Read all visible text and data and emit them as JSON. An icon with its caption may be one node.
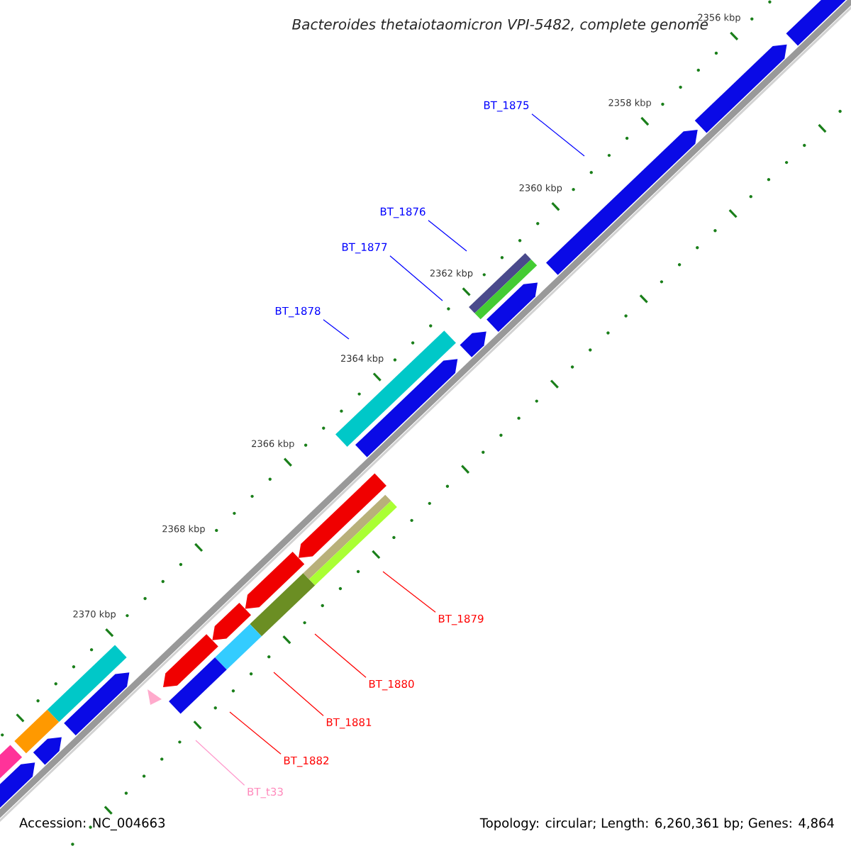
{
  "diagram": {
    "title": "Bacteroides thetaiotaomicron VPI-5482, complete genome",
    "nodes": [
      {
        "text": [
          "BT_1875"
        ]
      },
      {
        "text": [
          "BT_1876"
        ]
      },
      {
        "text": [
          "BT_1877"
        ]
      },
      {
        "text": [
          "BT_1878"
        ]
      },
      {
        "text": [
          "BT_1879"
        ]
      },
      {
        "text": [
          "BT_1880"
        ]
      },
      {
        "text": [
          "BT_1881"
        ]
      },
      {
        "text": [
          "BT_1882"
        ]
      },
      {
        "text": [
          "BT_t33"
        ]
      }
    ],
    "edges": [
      {
        "from": 0,
        "to": null,
        "arrow": "none",
        "color": "#0000ff"
      },
      {
        "from": 1,
        "to": null,
        "arrow": "none",
        "color": "#0000ff"
      },
      {
        "from": 2,
        "to": null,
        "arrow": "none",
        "color": "#0000ff"
      },
      {
        "from": 3,
        "to": null,
        "arrow": "none",
        "color": "#0000ff"
      },
      {
        "from": 4,
        "to": null,
        "arrow": "none",
        "color": "#ff0000"
      },
      {
        "from": 5,
        "to": null,
        "arrow": "none",
        "color": "#ff0000"
      },
      {
        "from": 6,
        "to": null,
        "arrow": "none",
        "color": "#ff0000"
      },
      {
        "from": 7,
        "to": null,
        "arrow": "none",
        "color": "#ff0000"
      },
      {
        "from": 8,
        "to": null,
        "arrow": "none",
        "color": "#ff99cc"
      }
    ],
    "labels": [
      "2356 kbp",
      "2358 kbp",
      "2360 kbp",
      "2362 kbp",
      "2364 kbp",
      "2366 kbp",
      "2368 kbp",
      "2370 kbp",
      "Accession: NC_004663",
      "Topology: circular; Length: 6,260,361 bp; Genes: 4,864"
    ]
  }
}
